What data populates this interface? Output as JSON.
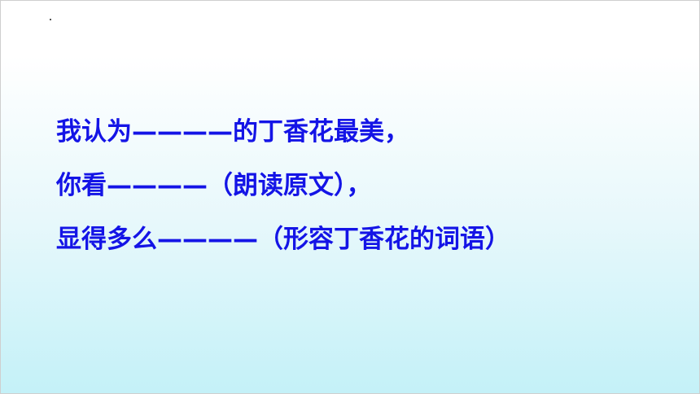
{
  "slide": {
    "lines": [
      "我认为————的丁香花最美，",
      "你看————（朗读原文），",
      "显得多么————（形容丁香花的词语）"
    ],
    "text_color": "#1414e6"
  }
}
